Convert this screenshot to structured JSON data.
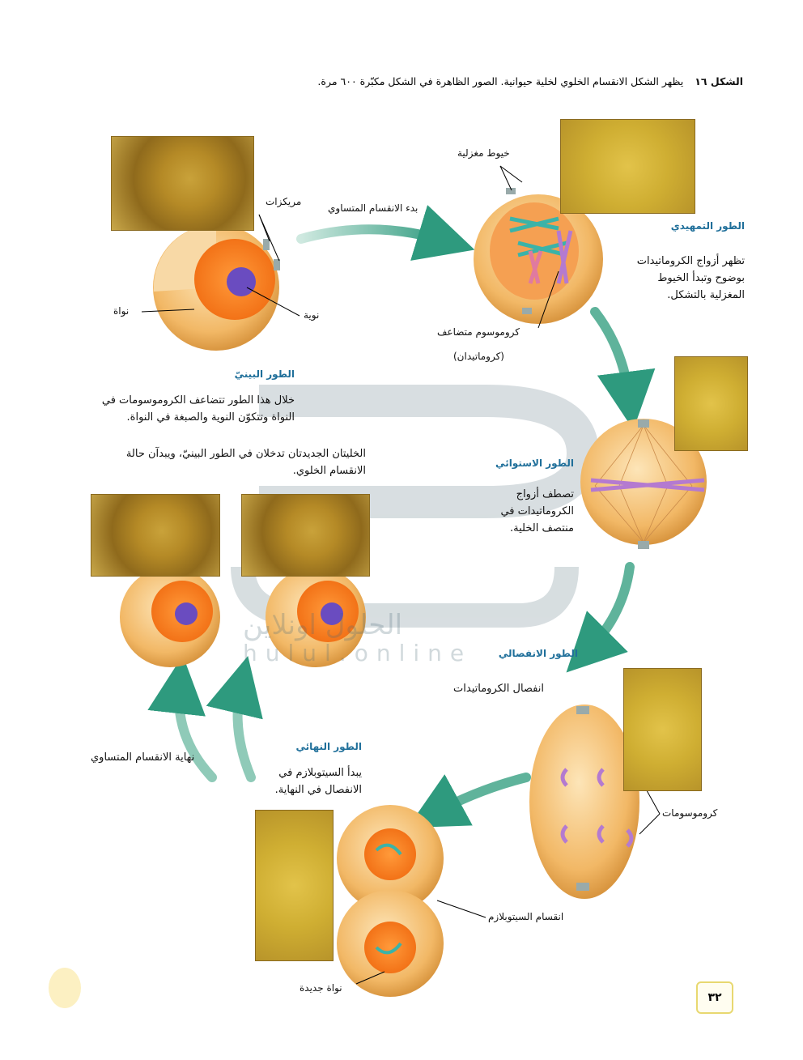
{
  "caption": {
    "figure_label": "الشكل ١٦",
    "text": "يظهر الشكل الانقسام الخلوي لخلية حيوانية. الصور الظاهرة في الشكل مكبّرة ٦٠٠ مرة."
  },
  "interphase": {
    "title": "الطور البينيّ",
    "text": "خلال هذا الطور تتضاعف الكروموسومات في النواة وتتكوّن النوية والصبغة في النواة.",
    "labels": {
      "centrioles": "مريكزات",
      "nucleus": "نواة",
      "nucleolus": "نوية"
    }
  },
  "start_arrow": "بدء الانقسام المتساوي",
  "prophase": {
    "title": "الطور التمهيدي",
    "text": "تظهر أزواج الكروماتيدات بوضوح وتبدأ الخيوط المغزلية بالتشكل.",
    "labels": {
      "spindle": "خيوط مغزلية",
      "chromosome": "كروموسوم متضاعف",
      "chromatids": "(كروماتيدان)"
    }
  },
  "metaphase": {
    "title": "الطور الاستوائي",
    "text": "تصطف أزواج الكروماتيدات في منتصف الخلية."
  },
  "anaphase": {
    "title": "الطور الانفصالي",
    "text": "انفصال الكروماتيدات",
    "labels": {
      "chromosomes": "كروموسومات"
    }
  },
  "telophase": {
    "title": "الطور النهائي",
    "text": "يبدأ السيتوبلازم في الانفصال في النهاية.",
    "labels": {
      "cytokinesis": "انقسام السيتوبلازم",
      "new_nucleus": "نواة جديدة"
    }
  },
  "daughter_text": "الخليتان الجديدتان تدخلان في الطور البينيّ، ويبدآن حالة الانقسام الخلوي.",
  "end_arrow": "نهاية الانقسام المتساوي",
  "page_number": "٣٢",
  "watermark": {
    "arabic": "الحلول اونلاين",
    "latin": "hulul.online"
  },
  "colors": {
    "heading": "#1f6f9a",
    "arrow": "#2e9a7e",
    "cell": "#f0b35a",
    "nucleus": "#ff7a1a"
  }
}
